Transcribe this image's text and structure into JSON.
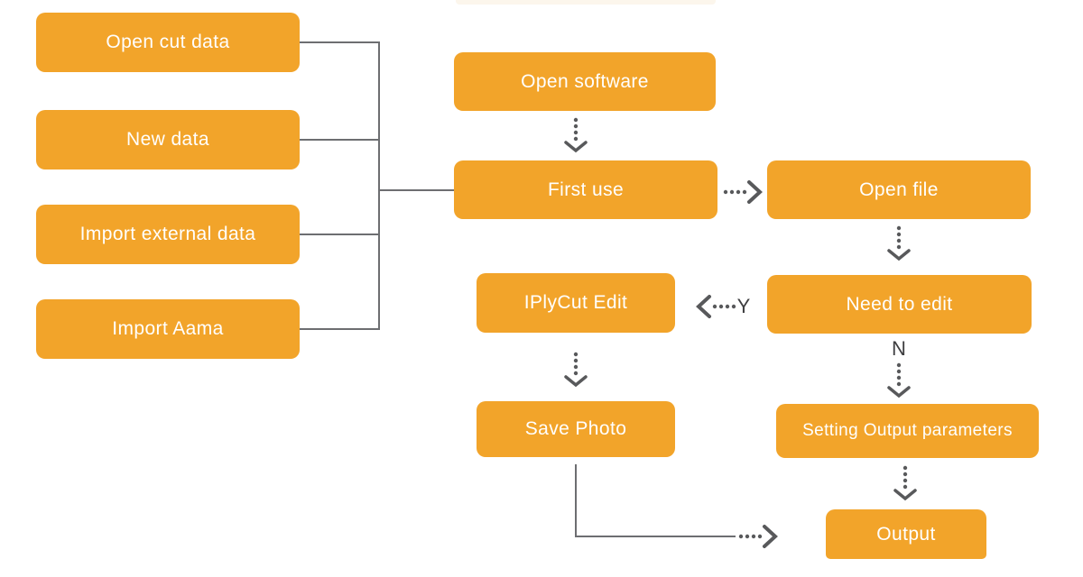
{
  "flowchart": {
    "left_nodes": [
      {
        "label": "Open cut data"
      },
      {
        "label": "New data"
      },
      {
        "label": "Import external data"
      },
      {
        "label": "Import Aama"
      }
    ],
    "nodes": {
      "open_software": "Open software",
      "first_use": "First use",
      "open_file": "Open file",
      "need_to_edit": "Need to edit",
      "iplycut_edit": "IPlyCut Edit",
      "save_photo": "Save Photo",
      "setting_output": "Setting Output parameters",
      "output": "Output"
    },
    "branch_labels": {
      "yes": "Y",
      "no": "N"
    },
    "colors": {
      "node_orange": "#F2A42A",
      "connector_gray": "#6D6E71",
      "arrow_gray": "#58595B",
      "branch_label_dark": "#3E3E40",
      "text_white": "#FFFFFF",
      "cropped_box_tint": "#FCF6EC"
    }
  }
}
